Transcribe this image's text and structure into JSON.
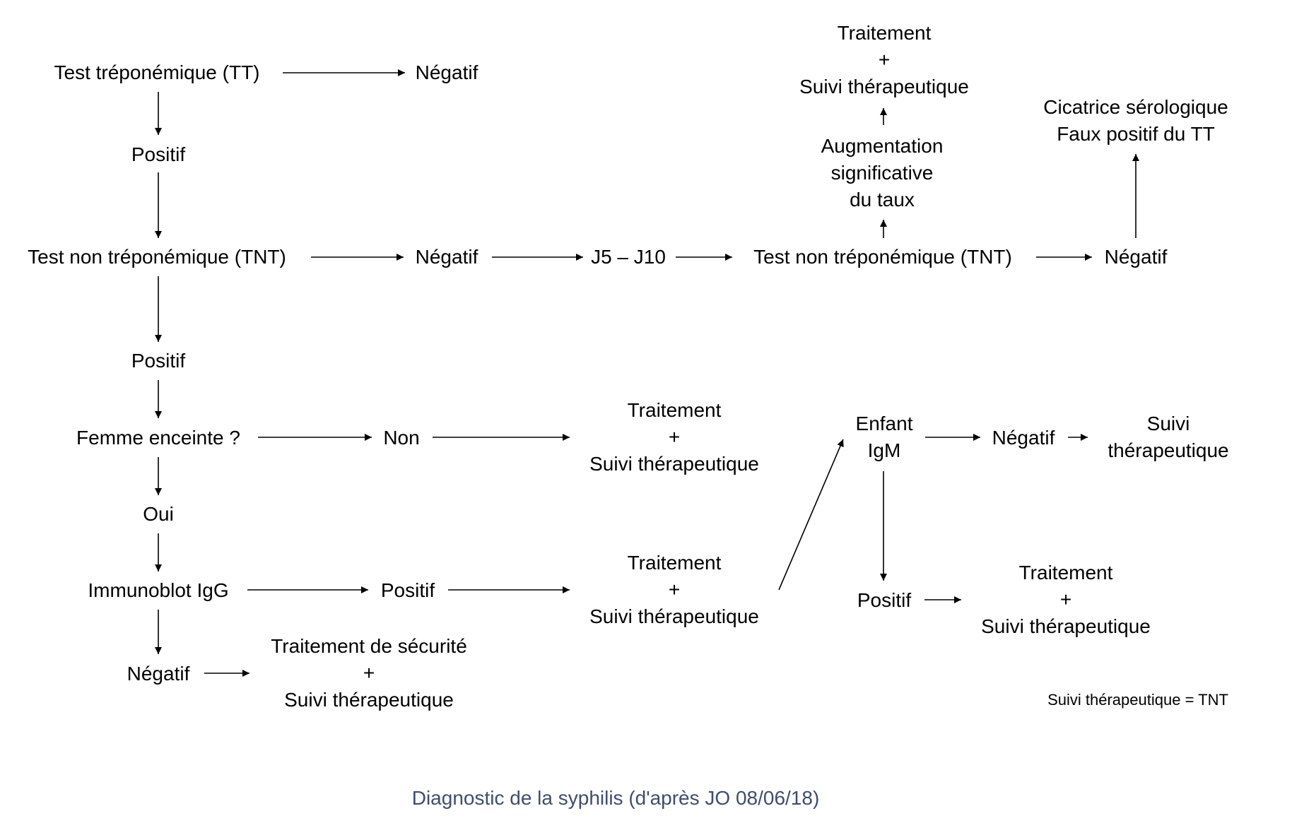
{
  "colors": {
    "text": "#000000",
    "caption": "#3f4e6b",
    "arrow": "#000000"
  },
  "nodes": {
    "tt": "Test tréponémique (TT)",
    "tt_negatif": "Négatif",
    "tt_positif": "Positif",
    "tnt": "Test non tréponémique (TNT)",
    "tnt_negatif": "Négatif",
    "j5_j10": "J5 – J10",
    "tnt2": "Test non tréponémique (TNT)",
    "tnt2_negatif": "Négatif",
    "cicatrice": [
      "Cicatrice sérologique",
      "Faux positif du TT"
    ],
    "augmentation": [
      "Augmentation",
      "significative",
      "du taux"
    ],
    "traitement_top": [
      "Traitement",
      "+",
      "Suivi thérapeutique"
    ],
    "tnt_positif": "Positif",
    "femme_enceinte": "Femme enceinte ?",
    "non": "Non",
    "traitement_non": [
      "Traitement",
      "+",
      "Suivi thérapeutique"
    ],
    "oui": "Oui",
    "immunoblot": "Immunoblot IgG",
    "immunoblot_positif": "Positif",
    "traitement_immuno": [
      "Traitement",
      "+",
      "Suivi thérapeutique"
    ],
    "immunoblot_negatif": "Négatif",
    "traitement_securite": [
      "Traitement de sécurité",
      "+",
      "Suivi thérapeutique"
    ],
    "enfant_igm": [
      "Enfant",
      "IgM"
    ],
    "enfant_negatif": "Négatif",
    "suivi": [
      "Suivi",
      "thérapeutique"
    ],
    "enfant_positif": "Positif",
    "traitement_enfant": [
      "Traitement",
      "+",
      "Suivi thérapeutique"
    ]
  },
  "note": "Suivi thérapeutique = TNT",
  "caption": "Diagnostic de la syphilis (d'après JO 08/06/18)"
}
